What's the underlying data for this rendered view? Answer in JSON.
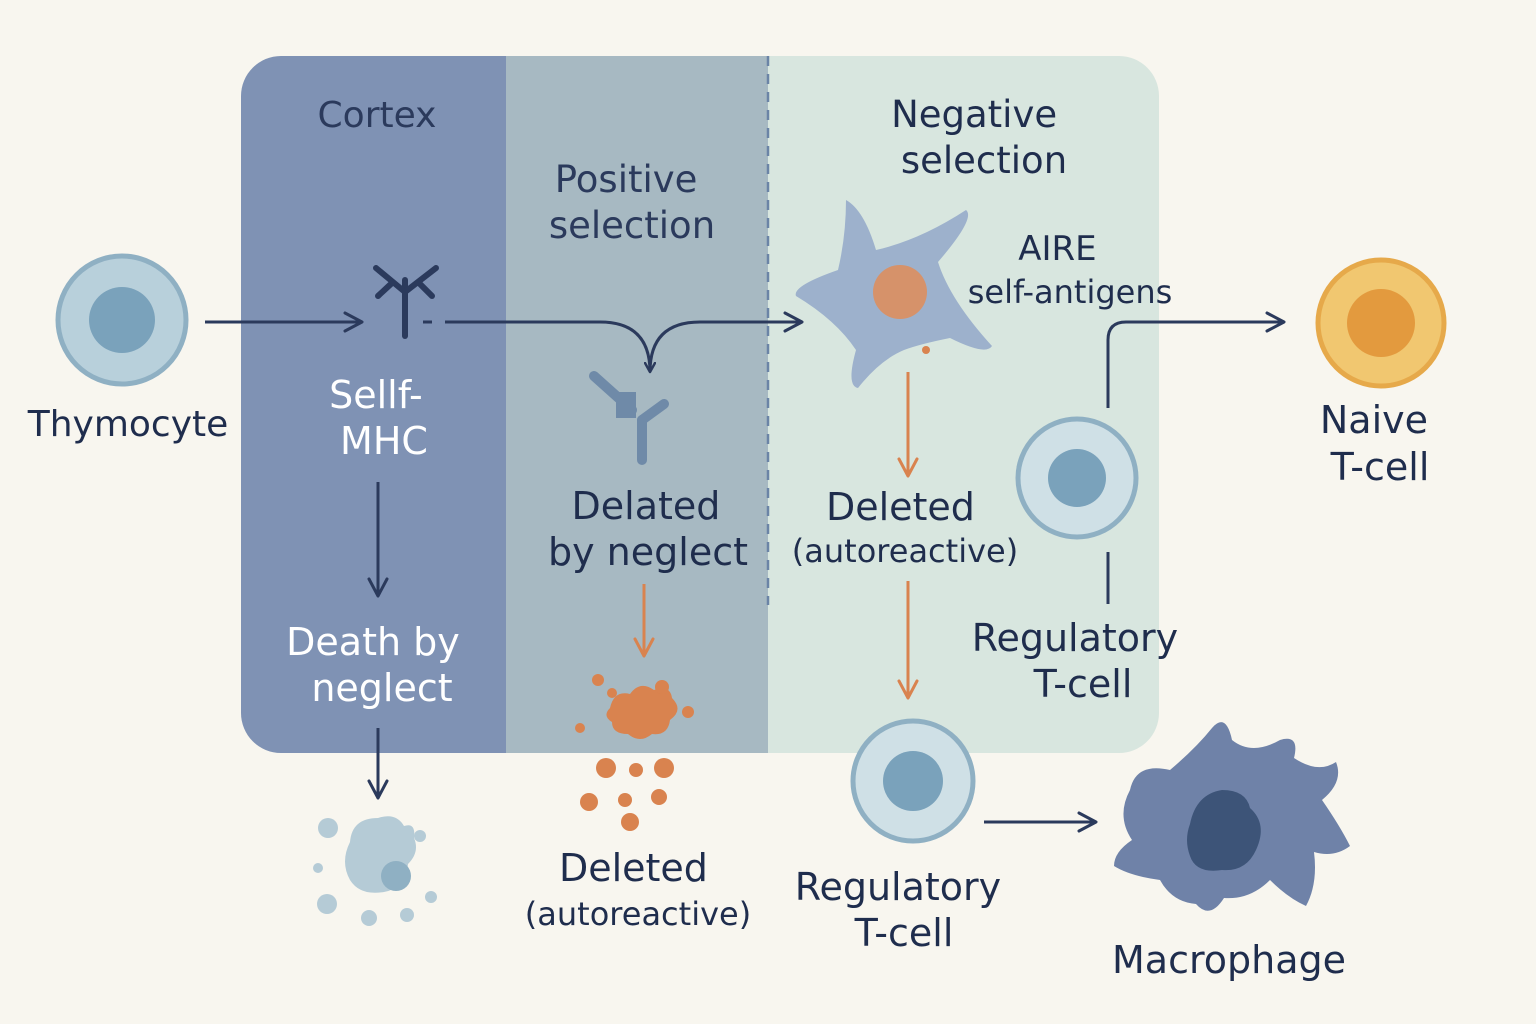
{
  "zones": {
    "cortex": "Cortex",
    "positive": [
      "Positive",
      "selection"
    ],
    "negative": [
      "Negative",
      "selection"
    ]
  },
  "cells": {
    "thymocyte": "Thymocyte",
    "self_mhc": [
      "Sellf-",
      "MHC"
    ],
    "aire": [
      "AIRE",
      "self-antigens"
    ],
    "naive": [
      "Naive",
      "T-cell"
    ],
    "regulatory_inner": [
      "Regulatory",
      "T-cell"
    ],
    "regulatory_outer": [
      "Regulatory",
      "T-cell"
    ],
    "macrophage": "Macrophage"
  },
  "outcomes": {
    "death_by_neglect": [
      "Death by",
      "neglect"
    ],
    "delated_by_neglect": [
      "Delated",
      "by neglect"
    ],
    "deleted_inner": [
      "Deleted",
      "(autoreactive)"
    ],
    "deleted_outer": [
      "Deleted",
      "(autoreactive)"
    ]
  },
  "colors": {
    "background": "#f8f6ef",
    "cortex": "#7f92b4",
    "positive": "#a7b9c2",
    "negative": "#d8e6df",
    "arrow_dark": "#2b3a5c",
    "arrow_orange": "#d9834f",
    "text_dark": "#1f2d4d",
    "text_light": "#ffffff",
    "naive_cell": "#e6a94a",
    "macrophage": "#6f82a8"
  }
}
